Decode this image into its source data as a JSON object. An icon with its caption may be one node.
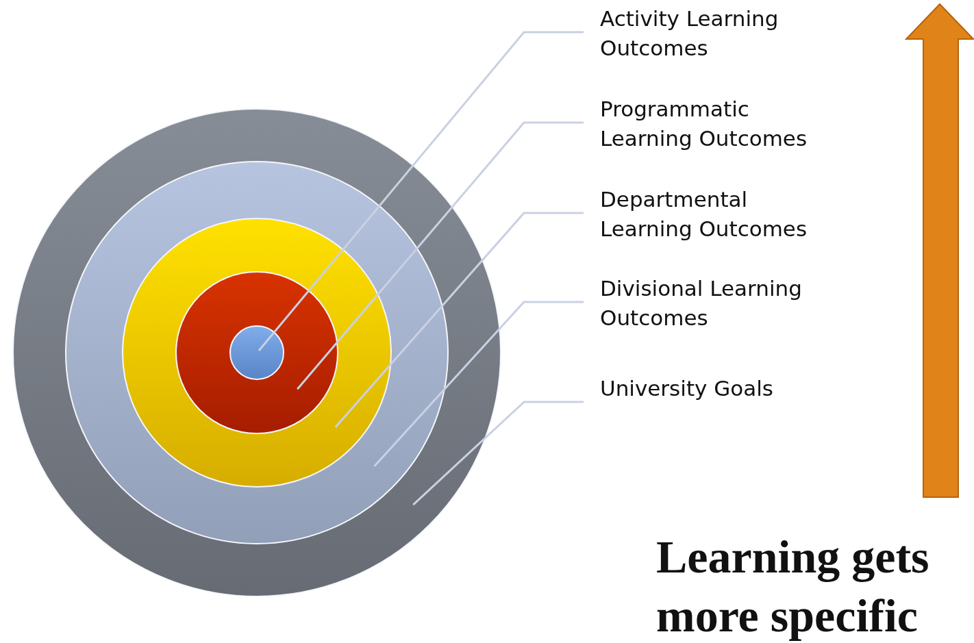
{
  "diagram": {
    "nodes": [
      {
        "text": [
          "Activity Learning Outcomes"
        ]
      },
      {
        "text": [
          "Programmatic Learning Outcomes"
        ]
      },
      {
        "text": [
          "Departmental Learning Outcomes"
        ]
      },
      {
        "text": [
          "Divisional Learning Outcomes"
        ]
      },
      {
        "text": [
          "University Goals"
        ]
      },
      {
        "text": [],
        "shape": "circle"
      },
      {
        "text": [],
        "shape": "circle",
        "in": 5
      },
      {
        "text": [],
        "shape": "circle",
        "in": 6
      },
      {
        "text": [],
        "shape": "circle",
        "in": 7
      },
      {
        "text": [],
        "shape": "circle",
        "in": 8
      }
    ],
    "edges": [
      {
        "from": 0,
        "to": 9,
        "arrow": "none"
      },
      {
        "from": 1,
        "to": 8,
        "arrow": "none"
      },
      {
        "from": 2,
        "to": 7,
        "arrow": "none"
      },
      {
        "from": 3,
        "to": 6,
        "arrow": "none"
      },
      {
        "from": 4,
        "to": 5,
        "arrow": "none"
      }
    ],
    "labels": [
      "Learning gets more specific"
    ]
  }
}
